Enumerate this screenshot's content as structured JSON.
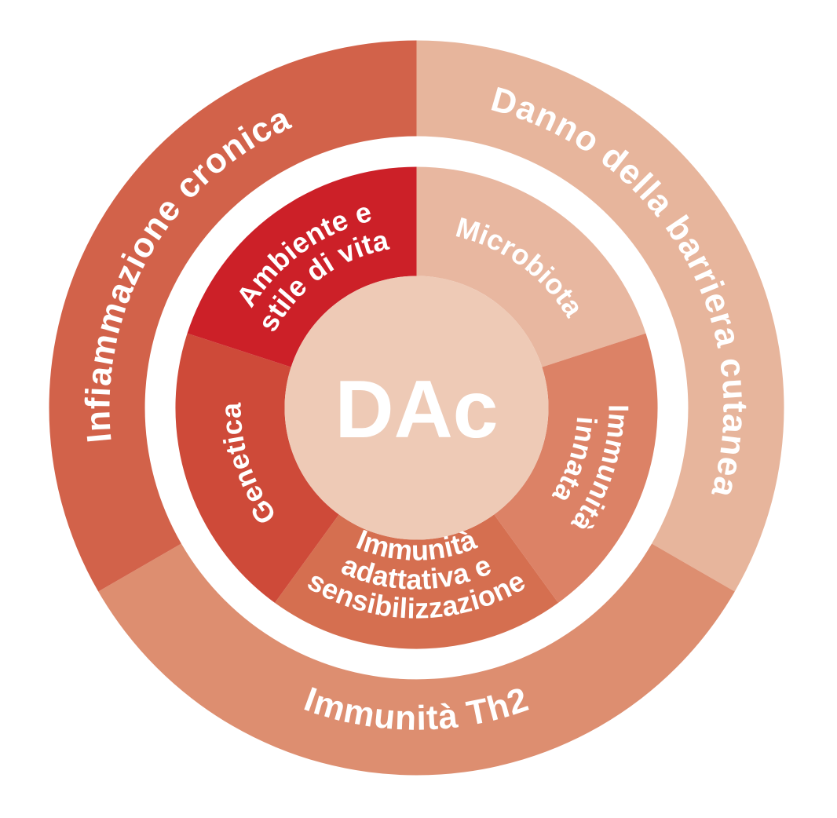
{
  "diagram": {
    "background_color": "#ffffff",
    "label_text_color": "#ffffff",
    "center": {
      "label": "DAc",
      "bg_color": "#eecab6",
      "text_color": "#575d64"
    },
    "inner_ring": {
      "segments": [
        {
          "label": "Microbiota",
          "lines": [
            "Microbiota"
          ],
          "color": "#e8b7a0"
        },
        {
          "label": "Immunità innata",
          "lines": [
            "Immunità",
            "innata"
          ],
          "color": "#dc8266"
        },
        {
          "label": "Immunità adattativa e sensibilizzazione",
          "lines": [
            "Immunità",
            "adattativa e",
            "sensibilizzazione"
          ],
          "color": "#d56f50"
        },
        {
          "label": "Genetica",
          "lines": [
            "Genetica"
          ],
          "color": "#ce4a39"
        },
        {
          "label": "Ambiente e stile di vita",
          "lines": [
            "Ambiente e",
            "stile di vita"
          ],
          "color": "#cc2028"
        }
      ]
    },
    "outer_ring": {
      "segments": [
        {
          "label": "Danno della barriera cutanea",
          "color": "#e7b59c"
        },
        {
          "label": "Immunità Th2",
          "color": "#dd8e70"
        },
        {
          "label": "Infiammazione cronica",
          "color": "#d2624a"
        }
      ]
    }
  }
}
